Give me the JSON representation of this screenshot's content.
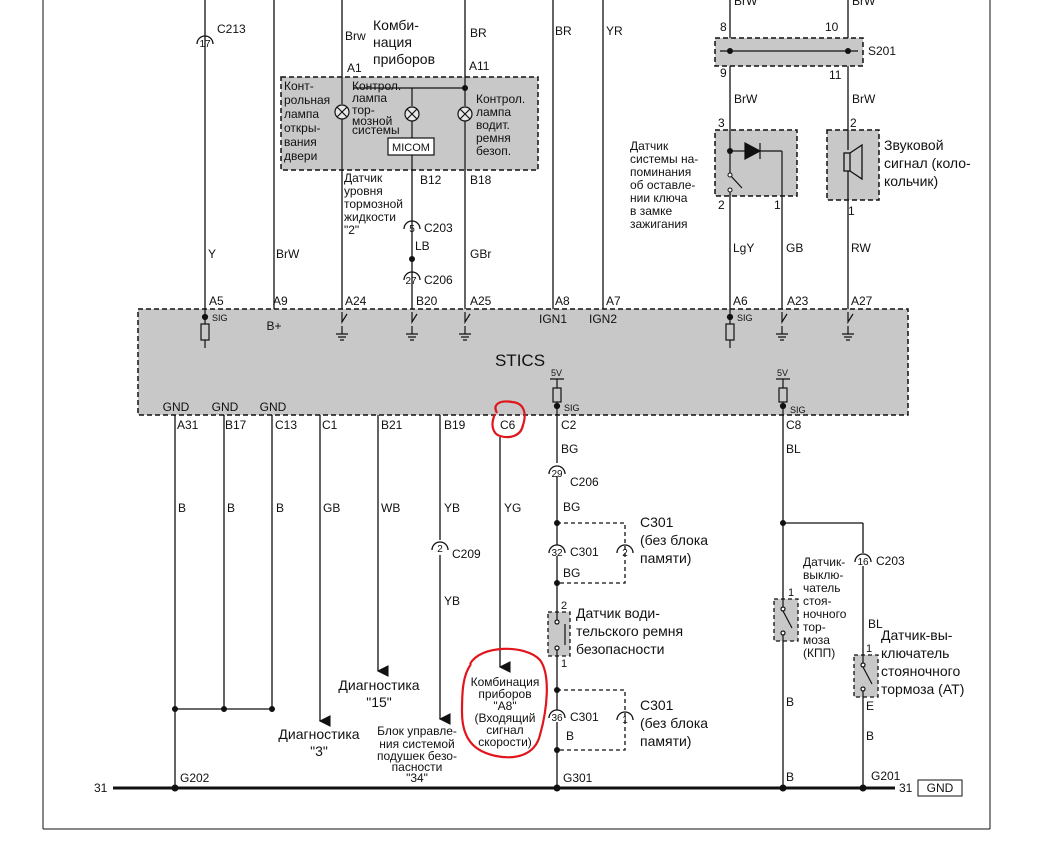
{
  "module": {
    "name": "STICS",
    "ign1": "IGN1",
    "ign2": "IGN2",
    "gnd": "GND",
    "bplus": "B+",
    "sig": "SIG",
    "v5": "5V"
  },
  "top_wires": {
    "c213": "C213",
    "c213_pin": "17",
    "y": "Y",
    "brw": "BrW",
    "brw2": "Brw",
    "br": "BR",
    "br2": "BR",
    "yr": "YR"
  },
  "cluster": {
    "title_1": "Комби-",
    "title_2": "нация",
    "title_3": "приборов",
    "a1": "A1",
    "a11": "A11",
    "door_1": "Конт-",
    "door_2": "рольная",
    "door_3": "лампа",
    "door_4": "откры-",
    "door_5": "вания",
    "door_6": "двери",
    "brake_1": "Контрол.",
    "brake_2": "лампа",
    "brake_3": "тор-",
    "brake_4": "мозной",
    "brake_5": "системы",
    "belt_1": "Контрол.",
    "belt_2": "лампа",
    "belt_3": "водит.",
    "belt_4": "ремня",
    "belt_5": "безоп.",
    "micom": "MICOM",
    "b12": "B12",
    "b18": "B18"
  },
  "fluid_sensor": {
    "l1": "Датчик",
    "l2": "уровня",
    "l3": "тормозной",
    "l4": "жидкости",
    "l5": "\"2\""
  },
  "mid_conn": {
    "c203_pin": "5",
    "c203": "C203",
    "lb": "LB",
    "c206_pin": "27",
    "c206": "C206",
    "gbr": "GBr"
  },
  "s201": {
    "name": "S201",
    "p8": "8",
    "p9": "9",
    "p10": "10",
    "p11": "11",
    "brw_top_l": "BrW",
    "brw_top_r": "BrW",
    "brw_l": "BrW",
    "brw_r": "BrW"
  },
  "key_sensor": {
    "l1": "Датчик",
    "l2": "системы на-",
    "l3": "поминания",
    "l4": "об оставле-",
    "l5": "нии ключа",
    "l6": "в замке",
    "l7": "зажигания",
    "p3": "3",
    "p2": "2",
    "p1": "1",
    "lgy": "LgY",
    "gb": "GB"
  },
  "buzzer": {
    "l1": "Звуковой",
    "l2": "сигнал (коло-",
    "l3": "кольчик)",
    "p2": "2",
    "p1": "1",
    "rw": "RW"
  },
  "pins_top": [
    "A5",
    "A9",
    "A24",
    "B20",
    "A25",
    "A8",
    "A7",
    "A6",
    "A23",
    "A27"
  ],
  "pins_bottom": [
    "A31",
    "B17",
    "C13",
    "C1",
    "B21",
    "B19",
    "C6",
    "C2",
    "C8"
  ],
  "wires_bottom": {
    "b1": "B",
    "b2": "B",
    "b3": "B",
    "gb": "GB",
    "wb": "WB",
    "yb": "YB",
    "yb2": "YB",
    "yg": "YG",
    "bg": "BG",
    "bg2": "BG",
    "bg3": "BG",
    "bl": "BL",
    "b4": "B",
    "b5": "B",
    "b6": "B",
    "bl2": "BL",
    "e": "E",
    "b7": "B",
    "b8": "B"
  },
  "conn_bottom": {
    "c209": "C209",
    "c209_pin": "2",
    "c206": "C206",
    "c206_pin": "29",
    "c301": "C301",
    "c301_pin": "32",
    "c301b": "C301",
    "c301b_pin": "36",
    "c203": "C203",
    "c203_pin": "16",
    "opt_pin_a": "2",
    "opt_pin_b": "1"
  },
  "notes": {
    "c301_a_1": "C301",
    "c301_a_2": "(без блока",
    "c301_a_3": "памяти)",
    "c301_b_1": "C301",
    "c301_b_2": "(без блока",
    "c301_b_3": "памяти)"
  },
  "driver_belt": {
    "l1": "Датчик води-",
    "l2": "тельского ремня",
    "l3": "безопасности",
    "p2": "2",
    "p1": "1"
  },
  "park_mt": {
    "l1": "Датчик-",
    "l2": "выклю-",
    "l3": "чатель",
    "l4": "стоя-",
    "l5": "ночного",
    "l6": "тор-",
    "l7": "моза",
    "l8": "(КПП)",
    "p1": "1"
  },
  "park_at": {
    "l1": "Датчик-вы-",
    "l2": "ключатель",
    "l3": "стояночного",
    "l4": "тормоза (AT)",
    "p1": "1"
  },
  "refs": {
    "diag15_1": "Диагностика",
    "diag15_2": "\"15\"",
    "diag3_1": "Диагностика",
    "diag3_2": "\"3\"",
    "airbag_1": "Блок управле-",
    "airbag_2": "ния системой",
    "airbag_3": "подушек безо-",
    "airbag_4": "пасности",
    "airbag_5": "\"34\"",
    "speed_1": "Комбинация",
    "speed_2": "приборов",
    "speed_3": "\"A8\"",
    "speed_4": "(Входящий",
    "speed_5": "сигнал",
    "speed_6": "скорости)"
  },
  "ground": {
    "num_l": "31",
    "num_r": "31",
    "g202": "G202",
    "g301": "G301",
    "g201": "G201",
    "gnd": "GND"
  },
  "colors": {
    "module_fill": "#c8c8c8",
    "line": "#111111",
    "highlight": "#e0161c"
  }
}
